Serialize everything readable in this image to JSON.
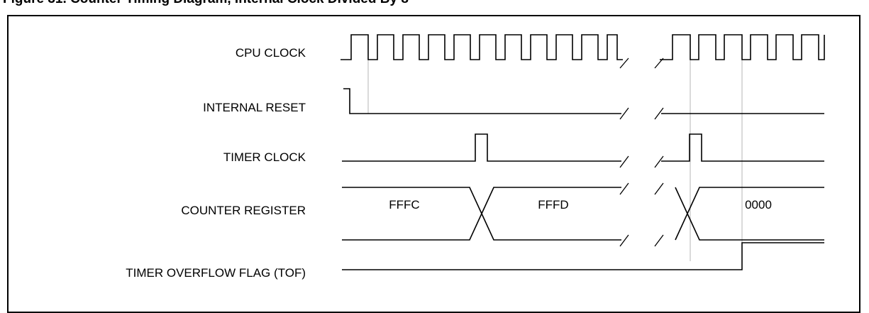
{
  "figure": {
    "title": "Figure 31. Counter Timing Diagram, Internal Clock Divided By 8"
  },
  "signals": [
    {
      "id": "cpu-clock",
      "label": "CPU CLOCK"
    },
    {
      "id": "internal-reset",
      "label": "INTERNAL RESET"
    },
    {
      "id": "timer-clock",
      "label": "TIMER CLOCK"
    },
    {
      "id": "counter-register",
      "label": "COUNTER REGISTER"
    },
    {
      "id": "tof",
      "label": "TIMER OVERFLOW FLAG (TOF)"
    }
  ],
  "counter_values": [
    "FFFC",
    "FFFD",
    "0000"
  ]
}
